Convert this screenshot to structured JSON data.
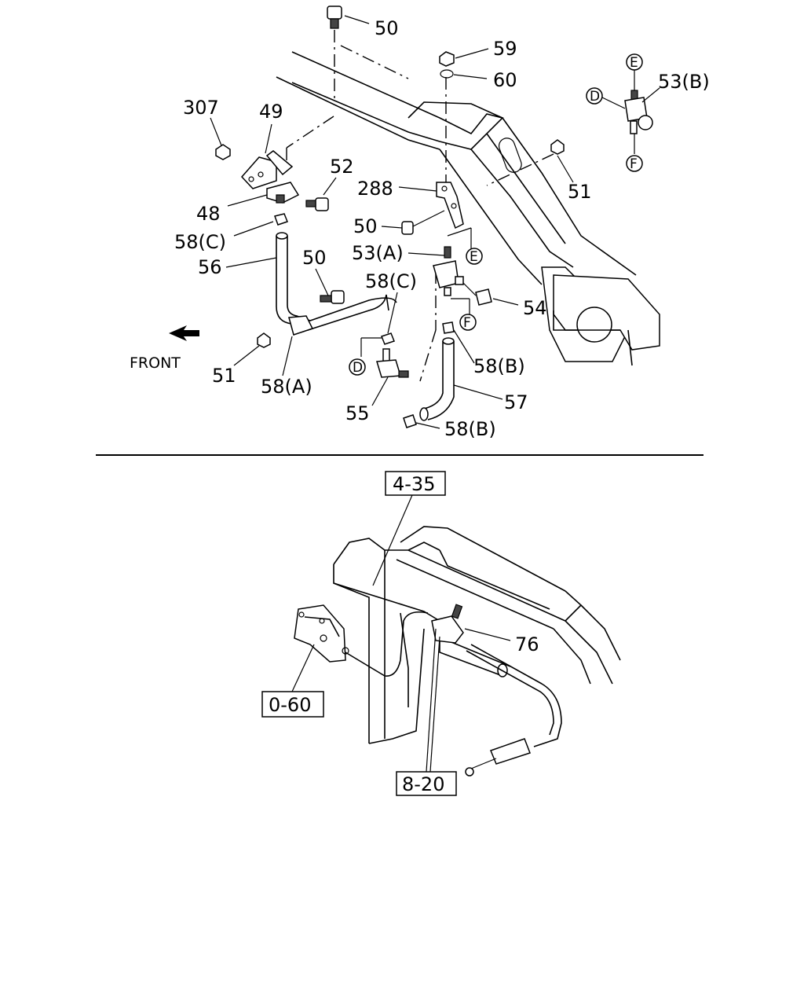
{
  "top": {
    "labels": {
      "bolt_50_top": "50",
      "nut_59": "59",
      "clip_60": "60",
      "part_307": "307",
      "bracket_49": "49",
      "bolt_52": "52",
      "bracket_288": "288",
      "bracket_48": "48",
      "clip_58c_left": "58(C)",
      "bolt_50_mid": "50",
      "joint_53a": "53(A)",
      "hose_56": "56",
      "bolt_50_lower": "50",
      "clip_58c_right": "58(C)",
      "plug_54": "54",
      "nut_51_left": "51",
      "clip_58a": "58(A)",
      "clip_58b_mid": "58(B)",
      "pipe_55": "55",
      "hose_57": "57",
      "clip_58b_low": "58(B)",
      "nut_51_right": "51",
      "joint_53b": "53(B)",
      "front": "FRONT"
    },
    "callouts": {
      "E_inset": "E",
      "D_inset": "D",
      "F_inset": "F",
      "E_main": "E",
      "F_main": "F",
      "D_main": "D"
    }
  },
  "bottom": {
    "refs": {
      "ref_4_35": "4-35",
      "ref_0_60": "0-60",
      "ref_8_20": "8-20"
    },
    "labels": {
      "part_76": "76"
    }
  }
}
